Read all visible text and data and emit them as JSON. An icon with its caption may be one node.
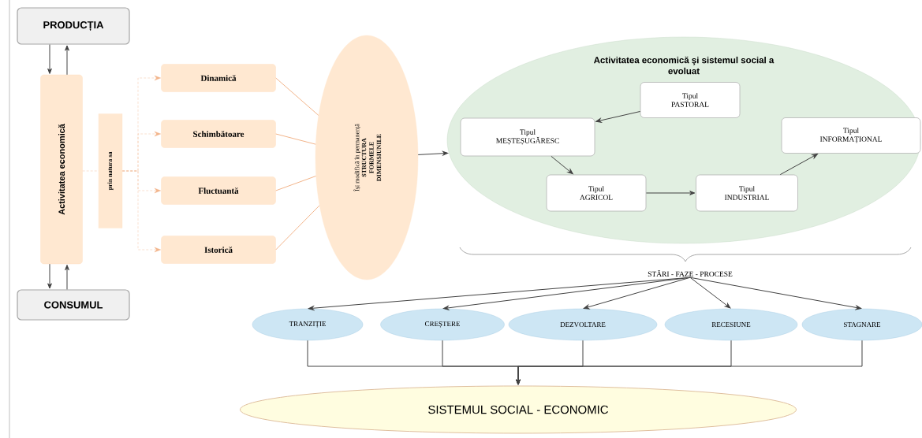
{
  "diagram": {
    "nodes": [
      {
        "text": [
          "PRODUCȚIA"
        ]
      },
      {
        "text": [
          "Activitatea economică"
        ]
      },
      {
        "text": [
          "CONSUMUL"
        ]
      },
      {
        "text": [
          "prin natura sa"
        ]
      },
      {
        "text": [
          "Dinamică"
        ]
      },
      {
        "text": [
          "Schimbătoare"
        ]
      },
      {
        "text": [
          "Fluctuantă"
        ]
      },
      {
        "text": [
          "Istorică"
        ]
      },
      {
        "text": [
          "Își modifică în permanență",
          "STRUCTURA FORMELE DIMENSIUNILE"
        ]
      },
      {
        "text": [
          "Activitatea economică şi sistemul social a evoluat"
        ]
      },
      {
        "text": [
          "Tipul PASTORAL"
        ],
        "in": 9
      },
      {
        "text": [
          "Tipul MEȘTEȘUGĂRESC"
        ],
        "in": 9
      },
      {
        "text": [
          "Tipul INFORMAȚIONAL"
        ],
        "in": 9
      },
      {
        "text": [
          "Tipul AGRICOL"
        ],
        "in": 9
      },
      {
        "text": [
          "Tipul INDUSTRIAL"
        ],
        "in": 9
      },
      {
        "text": [
          "STĂRI - FAZE - PROCESE"
        ]
      },
      {
        "text": [
          "TRANZIȚIE"
        ]
      },
      {
        "text": [
          "CREȘTERE"
        ]
      },
      {
        "text": [
          "DEZVOLTARE"
        ]
      },
      {
        "text": [
          "RECESIUNE"
        ]
      },
      {
        "text": [
          "STAGNARE"
        ]
      },
      {
        "text": [
          "SISTEMUL SOCIAL - ECONOMIC"
        ]
      }
    ],
    "edges": [
      {
        "from": 0,
        "to": 1,
        "arrow": "to"
      },
      {
        "from": 1,
        "to": 0,
        "arrow": "to"
      },
      {
        "from": 1,
        "to": 2,
        "arrow": "to"
      },
      {
        "from": 2,
        "to": 1,
        "arrow": "to"
      },
      {
        "from": 1,
        "to": 3,
        "arrow": "none",
        "style": "dashed",
        "color": "#f2b48a"
      },
      {
        "from": 3,
        "to": 4,
        "arrow": "to",
        "style": "dashed",
        "color": "#f2b48a"
      },
      {
        "from": 3,
        "to": 5,
        "arrow": "to",
        "style": "dashed",
        "color": "#f2b48a"
      },
      {
        "from": 3,
        "to": 6,
        "arrow": "to",
        "style": "dashed",
        "color": "#f2b48a"
      },
      {
        "from": 3,
        "to": 7,
        "arrow": "to",
        "style": "dashed",
        "color": "#f2b48a"
      },
      {
        "from": 4,
        "to": 8,
        "arrow": "none",
        "color": "#f2b48a"
      },
      {
        "from": 5,
        "to": 8,
        "arrow": "none",
        "color": "#f2b48a"
      },
      {
        "from": 6,
        "to": 8,
        "arrow": "none",
        "color": "#f2b48a"
      },
      {
        "from": 7,
        "to": 8,
        "arrow": "none",
        "color": "#f2b48a"
      },
      {
        "from": 8,
        "to": 9,
        "arrow": "to"
      },
      {
        "from": 10,
        "to": 11,
        "arrow": "to"
      },
      {
        "from": 11,
        "to": 13,
        "arrow": "to"
      },
      {
        "from": 13,
        "to": 14,
        "arrow": "to"
      },
      {
        "from": 14,
        "to": 12,
        "arrow": "to"
      },
      {
        "from": 15,
        "to": 16,
        "arrow": "to"
      },
      {
        "from": 15,
        "to": 17,
        "arrow": "to"
      },
      {
        "from": 15,
        "to": 18,
        "arrow": "to"
      },
      {
        "from": 15,
        "to": 19,
        "arrow": "to"
      },
      {
        "from": 15,
        "to": 20,
        "arrow": "to"
      },
      {
        "from": 16,
        "to": 21,
        "arrow": "to"
      },
      {
        "from": 17,
        "to": 21,
        "arrow": "to"
      },
      {
        "from": 18,
        "to": 21,
        "arrow": "to"
      },
      {
        "from": 19,
        "to": 21,
        "arrow": "to"
      },
      {
        "from": 20,
        "to": 21,
        "arrow": "to"
      }
    ]
  }
}
